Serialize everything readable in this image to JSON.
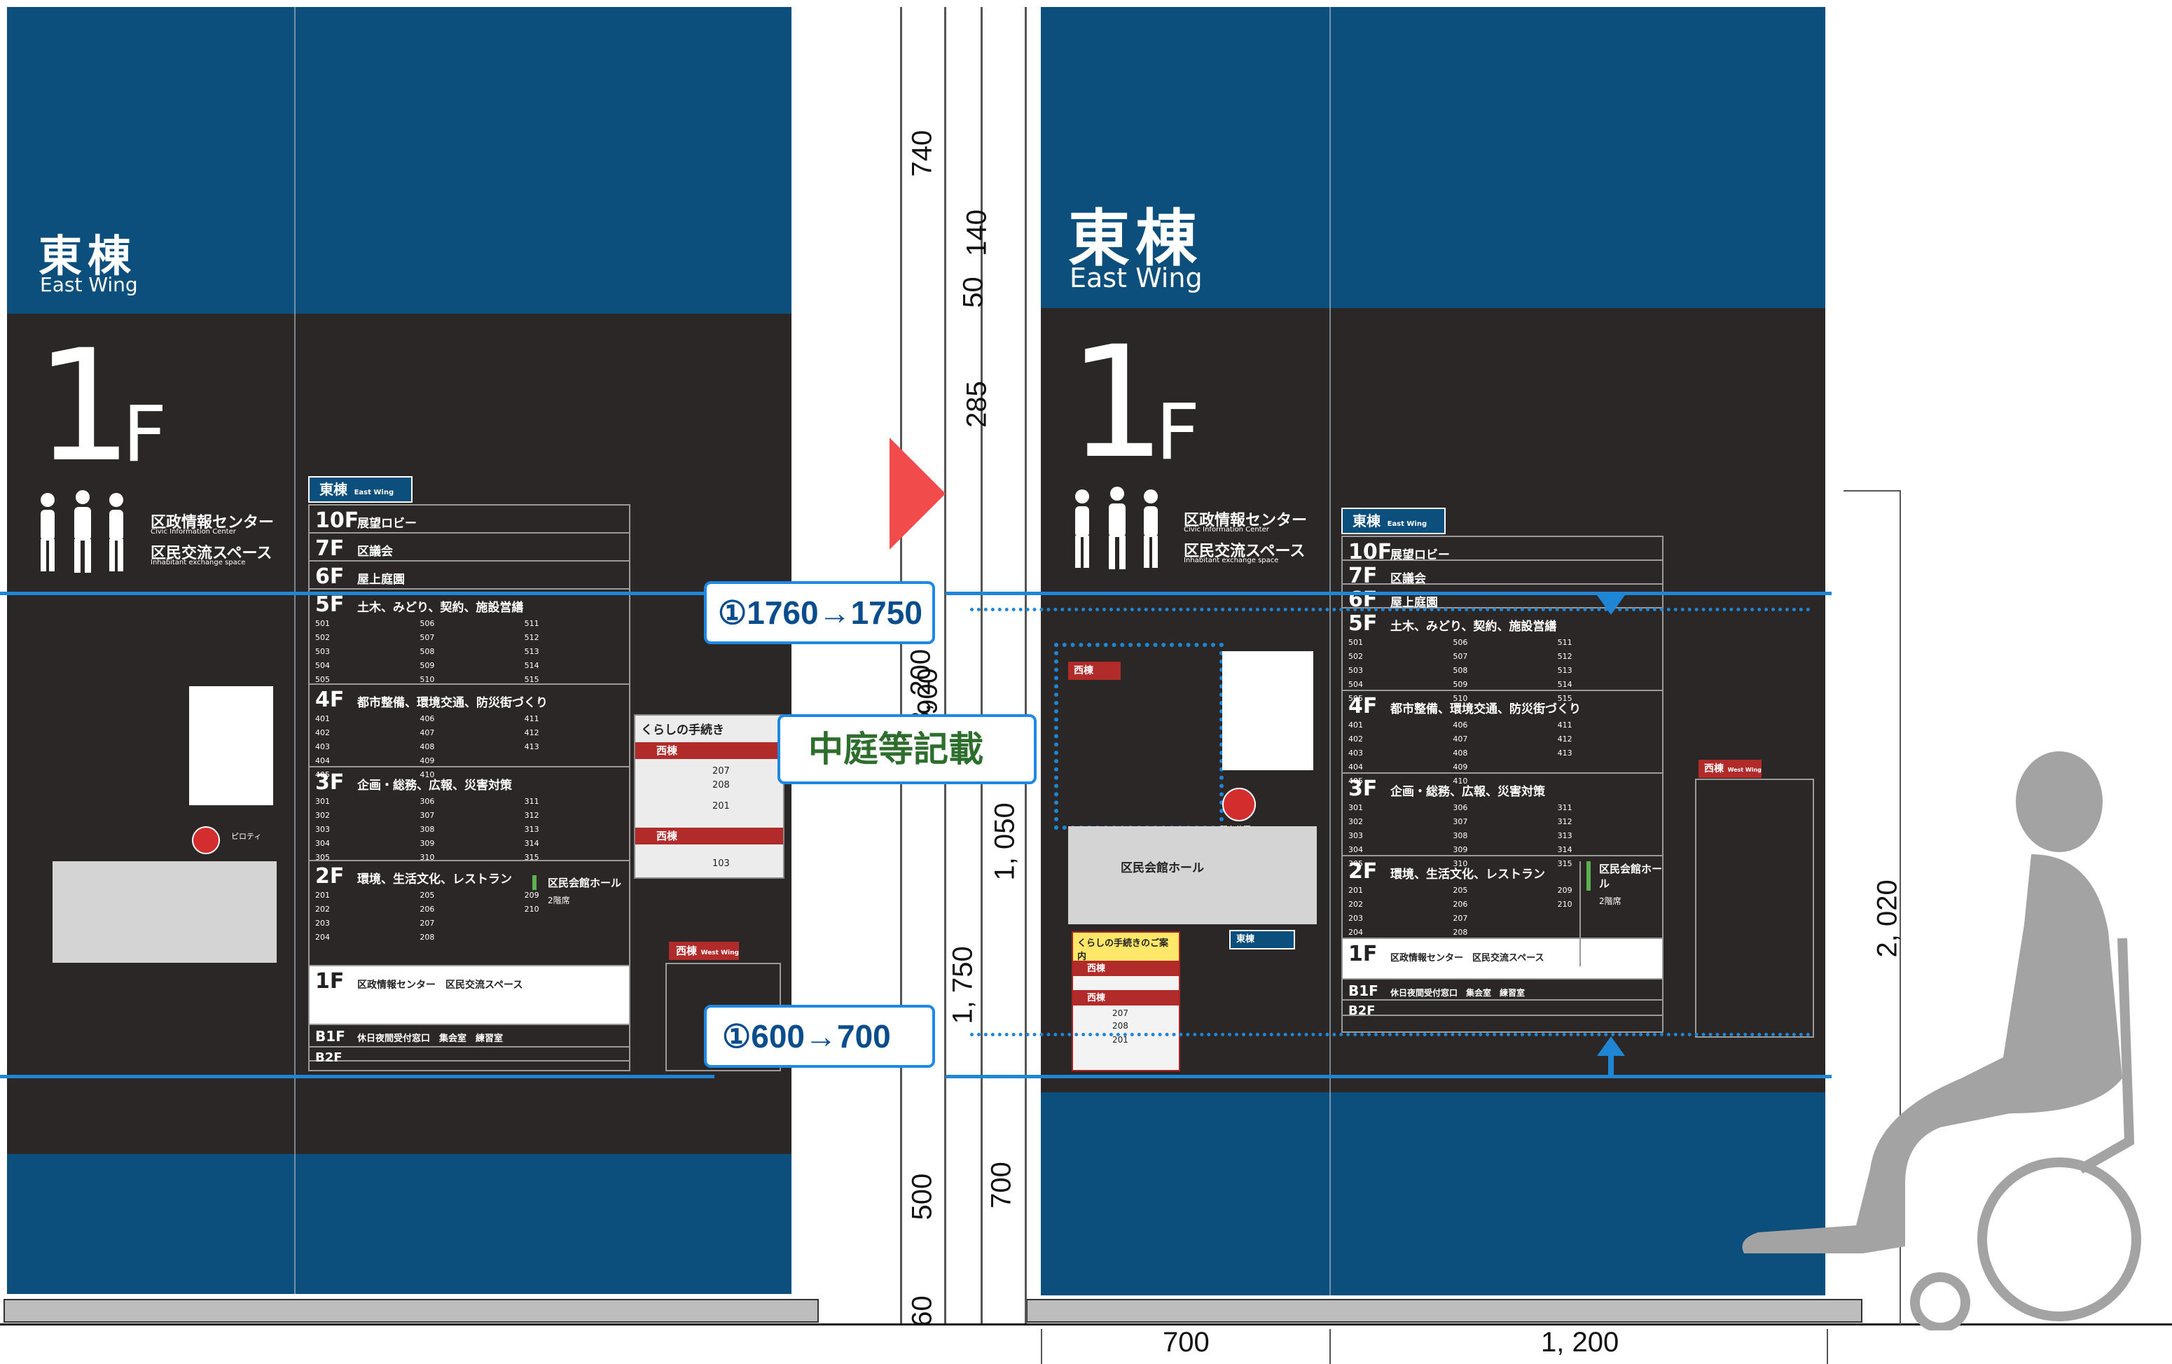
{
  "sign": {
    "wing_jp": "東棟",
    "wing_en": "East Wing",
    "floor_num": "1",
    "floor_suffix": "F",
    "facility_jp_1": "区政情報センター",
    "facility_en_1": "Civic Information Center",
    "facility_jp_2": "区民交流スペース",
    "facility_en_2": "Inhabitant exchange space",
    "dir_header_jp": "東棟",
    "dir_header_en": "East Wing",
    "west_jp": "西棟",
    "west_en": "West Wing",
    "living_jp": "くらしの手続き",
    "living_info_jp": "くらしの手続きのご案内",
    "hall_jp": "区民会館ホール",
    "hall_sub_jp": "2階席",
    "current_location_jp": "現在位置",
    "pilotis_jp": "ピロティ"
  },
  "directory": [
    {
      "floor": "10F",
      "name": "展望ロビー"
    },
    {
      "floor": "7F",
      "name": "区議会"
    },
    {
      "floor": "6F",
      "name": "屋上庭園"
    },
    {
      "floor": "5F",
      "name": "土木、みどり、契約、施設営繕",
      "rooms": [
        "501",
        "502",
        "503",
        "504",
        "505",
        "506",
        "507",
        "508",
        "509",
        "510",
        "511",
        "512",
        "513",
        "514",
        "515"
      ]
    },
    {
      "floor": "4F",
      "name": "都市整備、環境交通、防災街づくり",
      "rooms": [
        "401",
        "402",
        "403",
        "404",
        "405",
        "406",
        "407",
        "408",
        "409",
        "410",
        "411",
        "412",
        "413"
      ]
    },
    {
      "floor": "3F",
      "name": "企画・総務、広報、災害対策",
      "rooms": [
        "301",
        "302",
        "303",
        "304",
        "305",
        "306",
        "307",
        "308",
        "309",
        "310",
        "311",
        "312",
        "313",
        "314",
        "315"
      ]
    },
    {
      "floor": "2F",
      "name": "環境、生活文化、レストラン",
      "rooms": [
        "201",
        "202",
        "203",
        "204",
        "205",
        "206",
        "207",
        "208",
        "209",
        "210"
      ]
    },
    {
      "floor": "1F",
      "name": "区政情報センター　区民交流スペース"
    },
    {
      "floor": "B1F",
      "name": "休日夜間受付窓口　集会室　練習室"
    },
    {
      "floor": "B2F",
      "name": ""
    }
  ],
  "living_rooms": {
    "f2": [
      "207",
      "208",
      "201"
    ],
    "f1": [
      "103"
    ]
  },
  "dimensions": {
    "left_vertical": [
      "740",
      "3, 200",
      "1, 750",
      "500",
      "60"
    ],
    "inner_vertical": [
      "140",
      "50",
      "285",
      "900",
      "1, 050",
      "700"
    ],
    "right_vertical": [
      "2, 020"
    ],
    "bottom": [
      "700",
      "1, 200"
    ]
  },
  "annotations": {
    "top_line": "①1760→1750",
    "bottom_line": "①600→700",
    "courtyard": "中庭等記載"
  },
  "colors": {
    "sign_blue": "#0d4f7c",
    "sign_dark": "#2a2726",
    "annotation_blue": "#1f86d6",
    "marker_red": "#f24b4b",
    "west_red": "#b22b2b"
  },
  "icons": [
    "people-group-icon",
    "current-location-pin-icon",
    "red-triangle-marker-icon",
    "wheelchair-user-silhouette-icon",
    "arrow-down-icon",
    "arrow-up-icon"
  ]
}
